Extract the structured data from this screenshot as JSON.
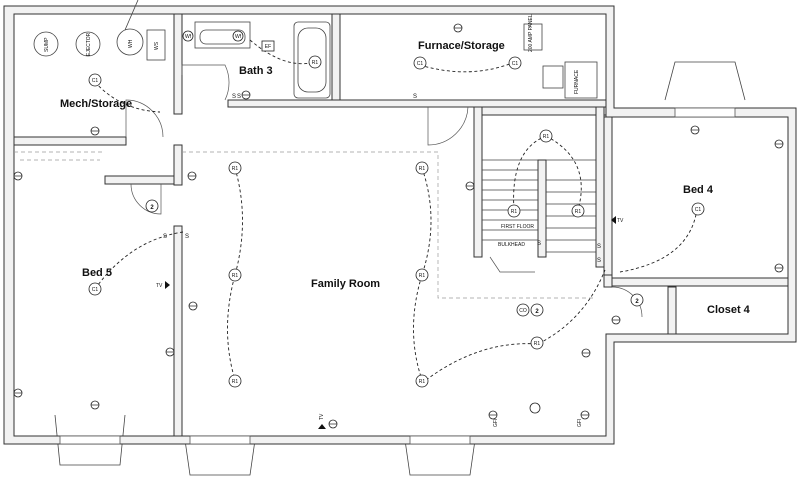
{
  "rooms": {
    "mech": "Mech/Storage",
    "bath": "Bath 3",
    "furnace": "Furnace/Storage",
    "bed5": "Bed 5",
    "family": "Family Room",
    "bed4": "Bed 4",
    "closet": "Closet 4"
  },
  "labels": {
    "sump": "SUMP",
    "ejector": "EJECTOR",
    "wh": "WH",
    "ws": "WS",
    "panel": "200 AMP PANEL",
    "furnace_unit": "FURNACE",
    "first_floor": "FIRST FLOOR",
    "bulkhead": "BULKHEAD",
    "tv": "TV",
    "co": "CO",
    "gfi": "GFI",
    "ef": "EF",
    "wf": "Wf"
  },
  "fixtures": {
    "c1": "C1",
    "r1": "R1",
    "s": "S",
    "smoke": "2"
  },
  "colors": {
    "wall": "#f2f2f2",
    "ink": "#222222",
    "ceiling_line": "#9a9a9a"
  }
}
